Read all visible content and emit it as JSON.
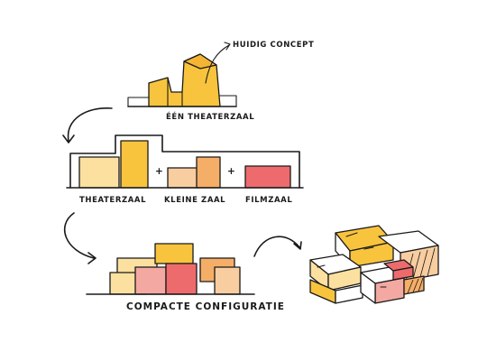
{
  "labels": {
    "current_design": "Huidig Concept",
    "one_theatre_hall": "Één theaterzaal",
    "theatre_hall": "Theaterzaal",
    "small_hall": "Kleine zaal",
    "film_hall": "Filmzaal",
    "compact_configuration": "Compacte configuratie"
  },
  "operators": {
    "plus_1": "+",
    "plus_2": "+"
  },
  "colors": {
    "yellow": "#f9c43d",
    "light_yellow": "#fbe0a0",
    "orange": "#f5ae67",
    "light_orange": "#f8cda0",
    "red": "#ee6b6d",
    "pink": "#f3a9a2",
    "ink": "#1a1a1a"
  }
}
